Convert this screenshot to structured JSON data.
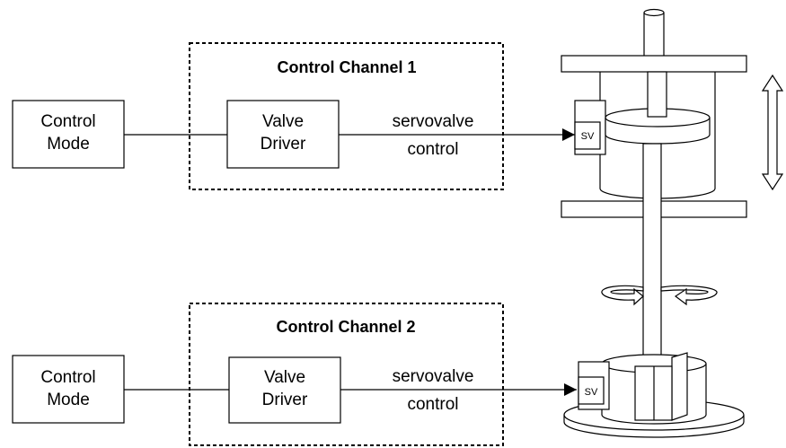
{
  "channels": [
    {
      "title": "Control Channel 1",
      "mode_label": [
        "Control",
        "Mode"
      ],
      "driver_label": [
        "Valve",
        "Driver"
      ],
      "signal_label": [
        "servovalve",
        "control"
      ],
      "sv_label": "SV"
    },
    {
      "title": "Control Channel 2",
      "mode_label": [
        "Control",
        "Mode"
      ],
      "driver_label": [
        "Valve",
        "Driver"
      ],
      "signal_label": [
        "servovalve",
        "control"
      ],
      "sv_label": "SV"
    }
  ],
  "colors": {
    "stroke": "#000000",
    "fill": "#ffffff",
    "background": "#ffffff"
  }
}
